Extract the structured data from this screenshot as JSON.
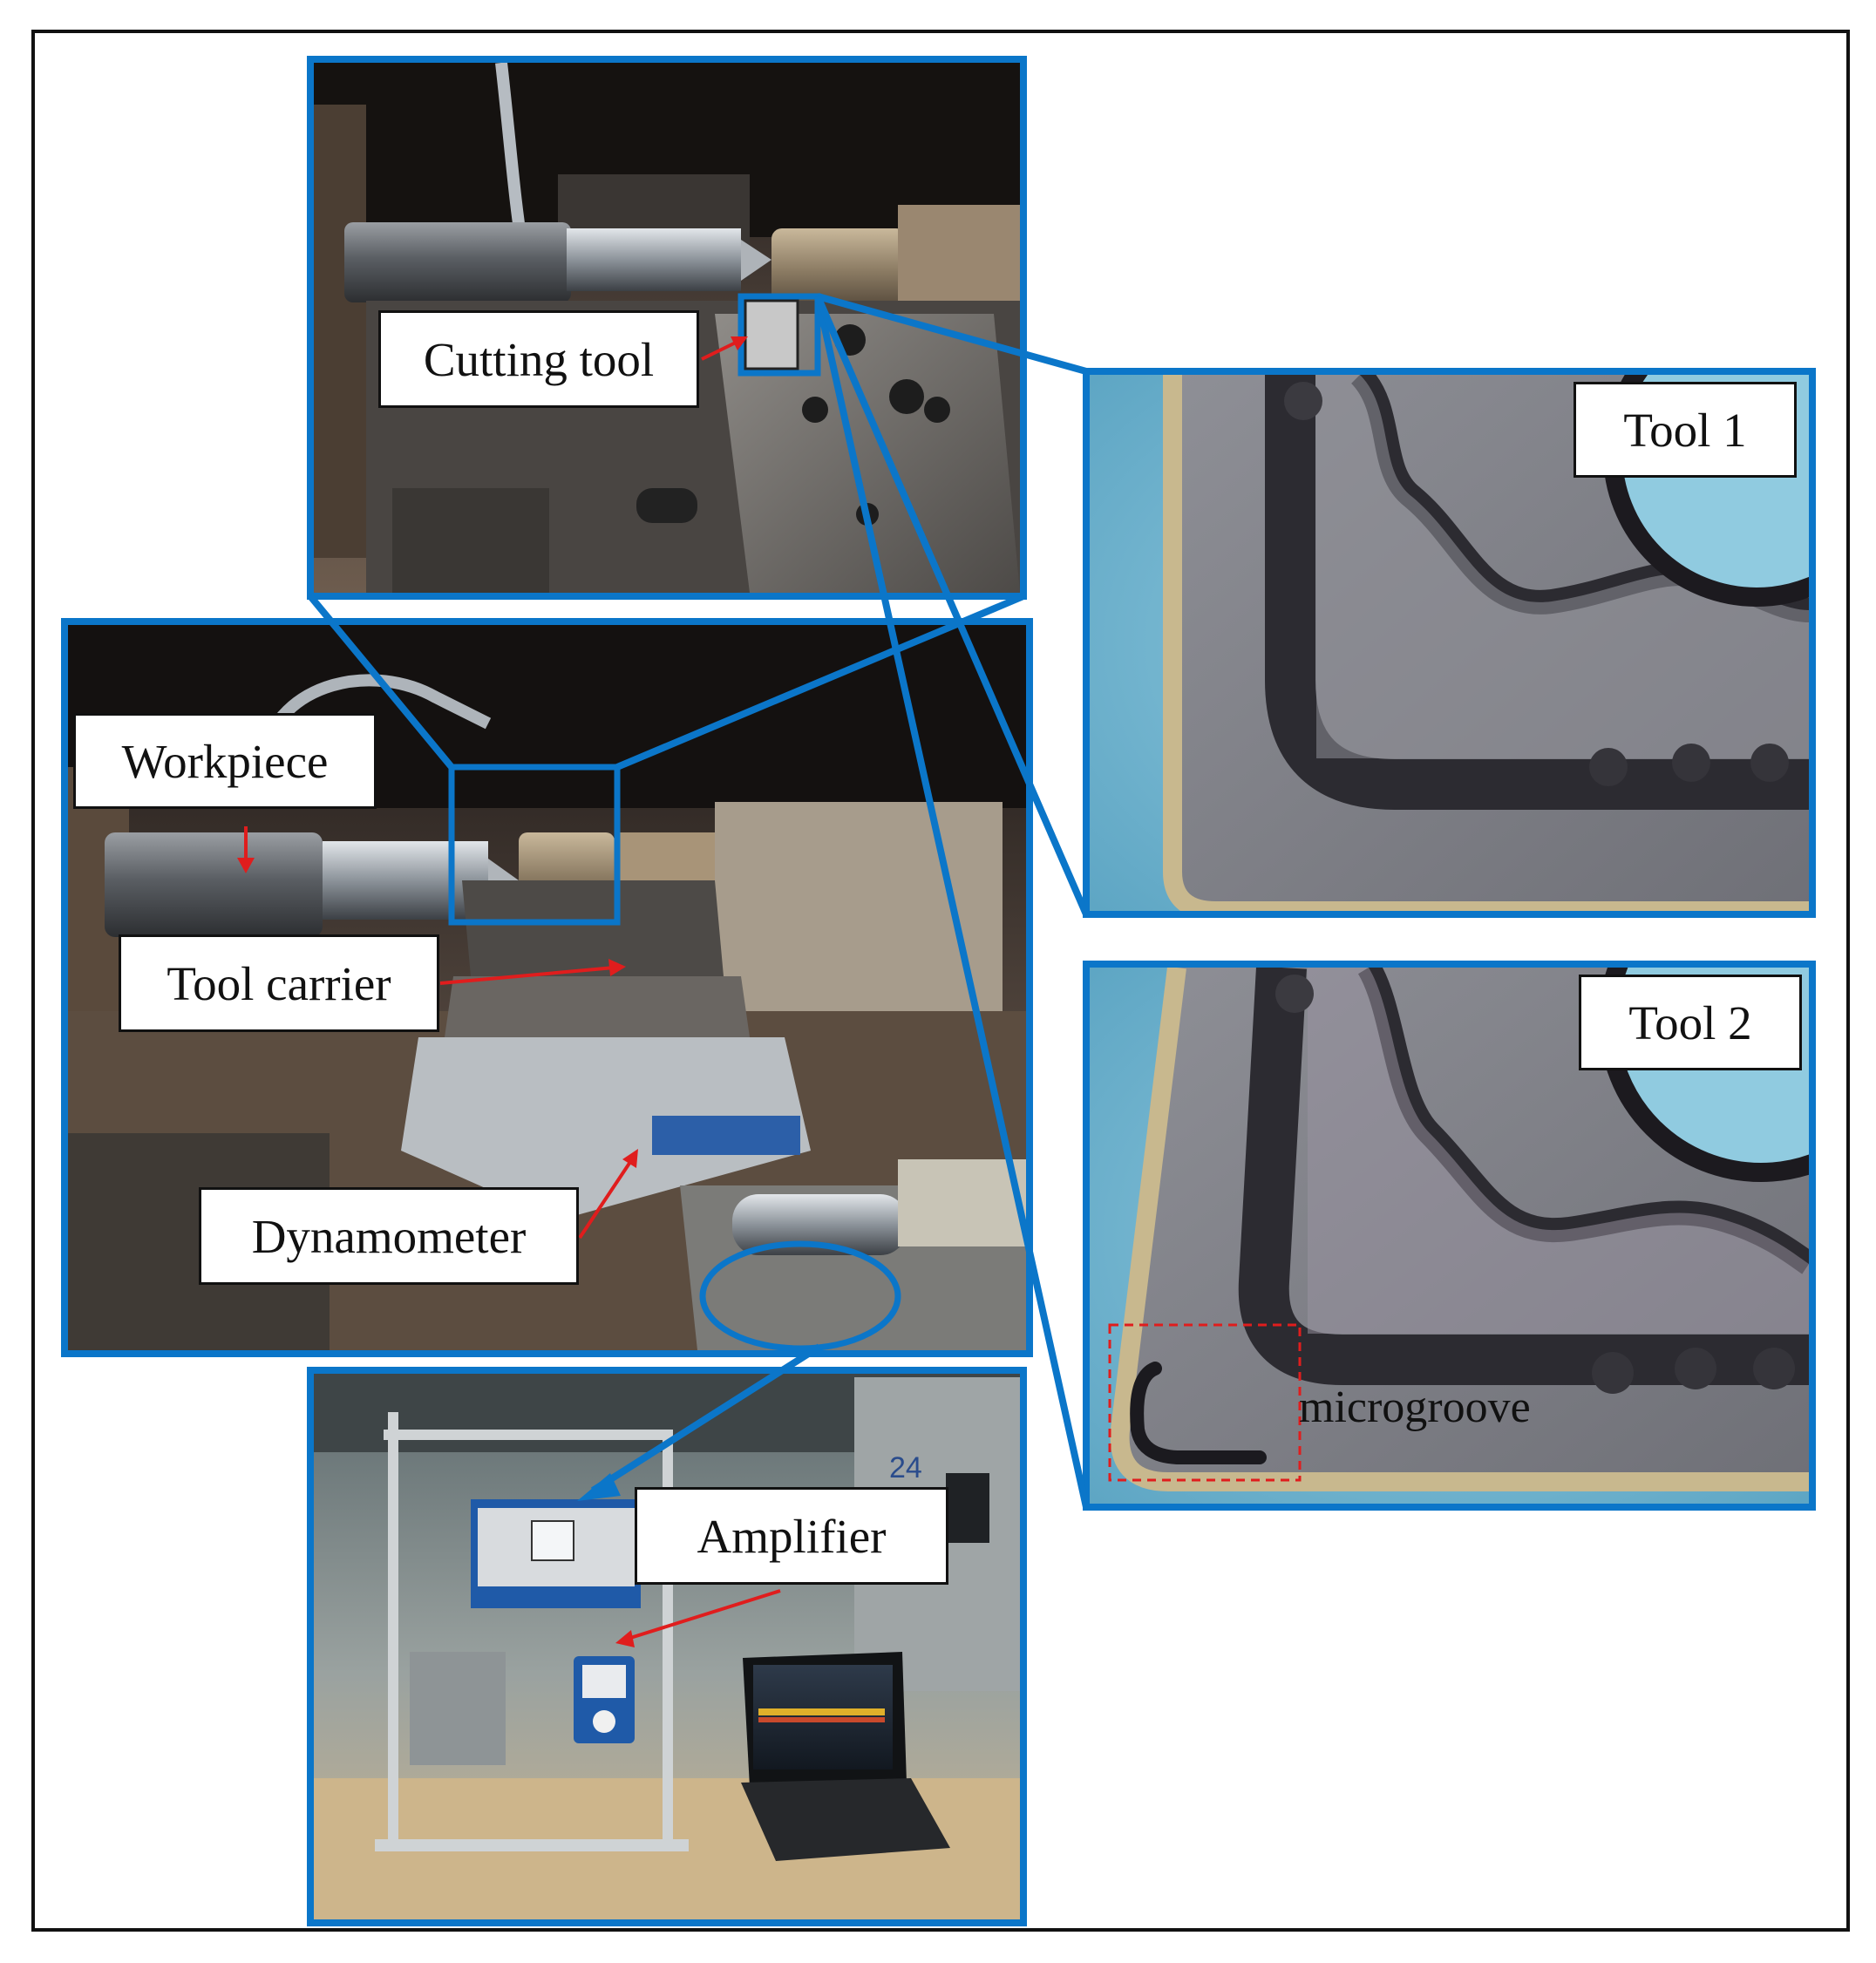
{
  "colors": {
    "frame": "#0b76c9",
    "arrow": "#e01d1d",
    "outer_border": "#111111",
    "lathe_dark": "#2a2522",
    "tool_bg": "#79b8d1",
    "insert_metal": "#8f8f95"
  },
  "labels": {
    "cutting_tool": "Cutting tool",
    "workpiece": "Workpiece",
    "tool_carrier": "Tool carrier",
    "dynamometer": "Dynamometer",
    "amplifier": "Amplifier",
    "tool1": "Tool 1",
    "tool2": "Tool 2",
    "microgroove": "microgroove"
  },
  "bench_unit_number": "24"
}
